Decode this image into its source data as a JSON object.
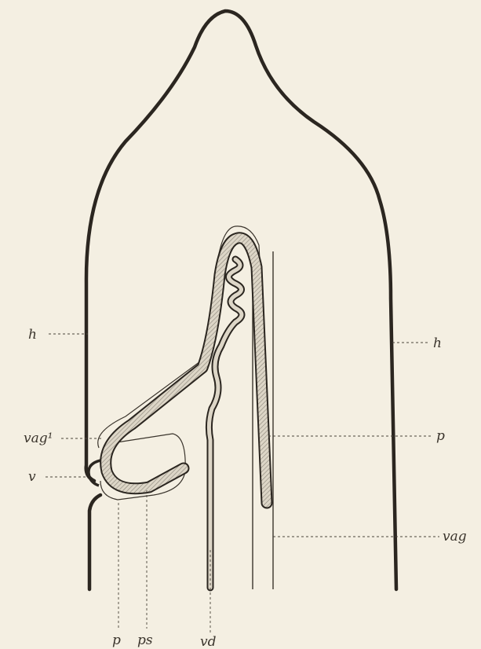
{
  "figure": {
    "labels": {
      "h_left": "h",
      "h_right": "h",
      "vag1": "vag¹",
      "v": "v",
      "p_right": "p",
      "vag": "vag",
      "p_bottom": "p",
      "ps": "ps",
      "vd": "vd"
    },
    "colors": {
      "background": "#f4efe2",
      "outline": "#2b2620",
      "hatch": "#8f887d"
    }
  }
}
